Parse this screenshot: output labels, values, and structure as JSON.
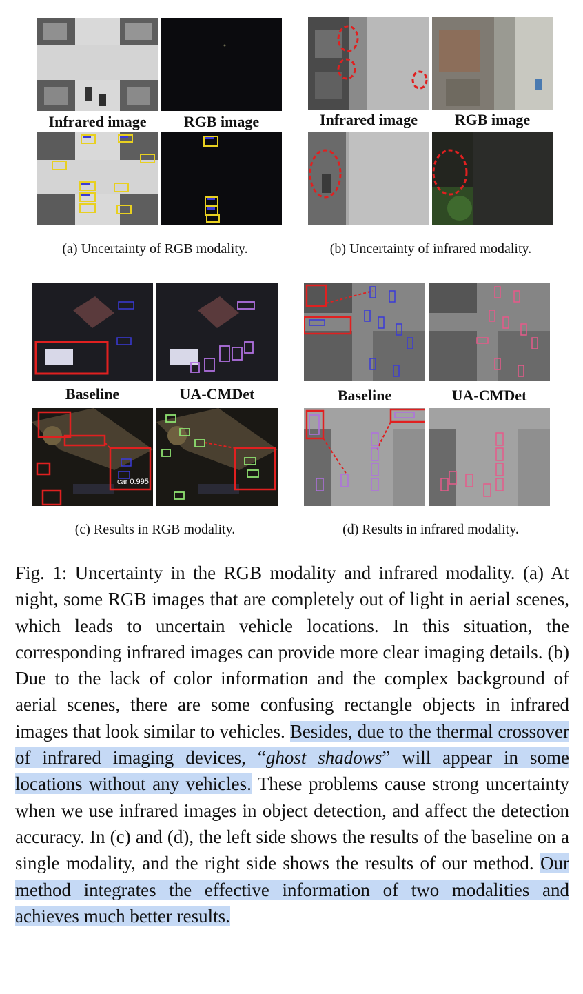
{
  "figure": {
    "panel_a": {
      "top_left_label": "Infrared image",
      "top_right_label": "RGB image",
      "caption": "(a) Uncertainty of RGB modality."
    },
    "panel_b": {
      "top_left_label": "Infrared image",
      "top_right_label": "RGB image",
      "caption": "(b) Uncertainty of infrared modality."
    },
    "panel_c": {
      "left_label": "Baseline",
      "right_label": "UA-CMDet",
      "caption": "(c) Results in RGB modality."
    },
    "panel_d": {
      "left_label": "Baseline",
      "right_label": "UA-CMDet",
      "caption": "(d) Results in infrared modality."
    },
    "detection_label": "car 0.995"
  },
  "caption": {
    "p1": "Fig. 1: Uncertainty in the RGB modality and infrared modality. (a) At night, some RGB images that are completely out of light in aerial scenes, which leads to uncertain vehicle locations. In this situation, the corresponding infrared images can provide more clear imaging details. (b) Due to the lack of color information and the complex background of aerial scenes, there are some confusing rectangle objects in infrared images that look similar to vehicles.",
    "h1a": "Besides, due to the thermal crossover of infrared imaging devices, “",
    "h1b": "ghost shadows",
    "h1c": "” will appear in some locations without any vehicles.",
    "p2": "These problems cause strong uncertainty when we use infrared images in object detection, and affect the detection accuracy. In (c) and (d), the left side shows the results of the baseline on a single modality, and the right side shows the results of our method.",
    "h2": "Our method integrates the effective information of two modalities and achieves much better results."
  },
  "colors": {
    "highlight": "#c5d9f5",
    "box_red": "#e02020",
    "box_blue": "#3a3ad8",
    "box_yellow": "#e8d020",
    "box_pink": "#e65a8a",
    "box_purple": "#b070e0",
    "box_green": "#8de070"
  }
}
